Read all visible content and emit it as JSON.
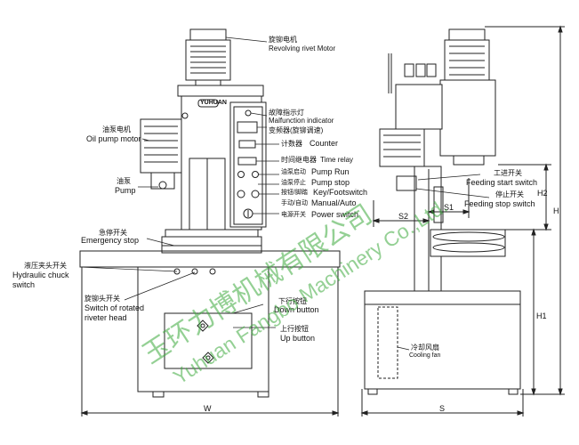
{
  "labels": {
    "revolving_motor_cn": "旋铆电机",
    "revolving_motor_en": "Revolving rivet  Motor",
    "malfunction_cn": "故障指示灯",
    "malfunction_en": "Malfunction indicator",
    "inverter_cn": "变频器(旋铆调速)",
    "counter_cn": "计数器",
    "counter_en": "Counter",
    "time_relay_cn": "时间继电器",
    "time_relay_en": "Time relay",
    "pump_run_cn": "油泵启动",
    "pump_run_en": "Pump Run",
    "pump_stop_cn": "油泵停止",
    "pump_stop_en": "Pump stop",
    "key_foot_cn": "按钮/脚踏",
    "key_foot_en": "Key/Footswitch",
    "manual_auto_cn": "手动/自动",
    "manual_auto_en": "Manual/Auto",
    "power_switch_cn": "电源开关",
    "power_switch_en": "Power switch",
    "oil_pump_motor_cn": "油泵电机",
    "oil_pump_motor_en": "Oil pump motor",
    "pump_cn": "油泵",
    "pump_en": "Pump",
    "emergency_cn": "急停开关",
    "emergency_en": "Emergency stop",
    "hydraulic_cn": "液压夹头开关",
    "hydraulic_en_1": "Hydraulic chuck",
    "hydraulic_en_2": "switch",
    "rotated_head_cn": "旋铆头开关",
    "rotated_head_en_1": "Switch of rotated",
    "rotated_head_en_2": "riveter head",
    "down_button_cn": "下行按钮",
    "down_button_en": "Down button",
    "up_button_cn": "上行按钮",
    "up_button_en": "Up button",
    "feed_start_cn": "工进开关",
    "feed_start_en": "Feeding start switch",
    "feed_stop_cn": "停止开关",
    "feed_stop_en": "Feeding stop switch",
    "cooling_fan_cn": "冷却风扇",
    "cooling_fan_en": "Cooling fan"
  },
  "dimensions": {
    "w": "W",
    "s": "S",
    "s1": "S1",
    "s2": "S2",
    "h": "H",
    "h1": "H1",
    "h2": "H2"
  },
  "brand_badge": "YUHUAN",
  "watermark": {
    "cn": "玉环力博机械有限公司",
    "en": "Yuhuan Fangbo Machinery Co.,Ltd."
  },
  "colors": {
    "line": "#222222",
    "watermark": "#3caa3c"
  }
}
